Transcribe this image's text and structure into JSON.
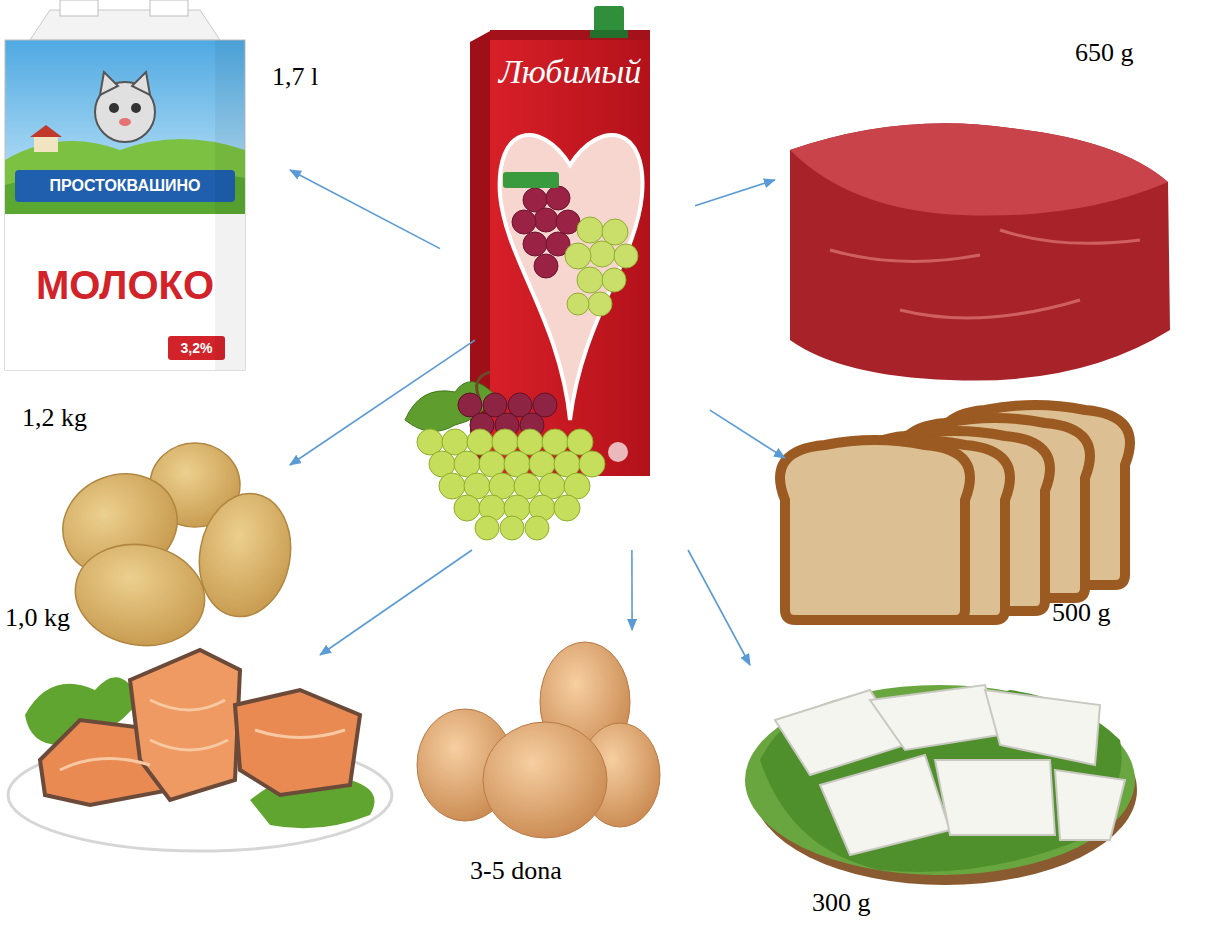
{
  "diagram": {
    "nodes": [
      {
        "text": [
          "Любимый"
        ]
      },
      {
        "text": [
          "ПРОСТОКВАШИНО",
          "МОЛОКО",
          "3,2%",
          "1,7 l"
        ]
      },
      {
        "text": [
          "650 g"
        ]
      },
      {
        "text": [
          "1,2 kg"
        ]
      },
      {
        "text": [
          "500 g"
        ]
      },
      {
        "text": [
          "1,0 kg"
        ]
      },
      {
        "text": [
          "3-5 dona"
        ]
      },
      {
        "text": [
          "300 g"
        ]
      }
    ],
    "edges": [
      {
        "from": 0,
        "to": 1,
        "arrow": "to"
      },
      {
        "from": 0,
        "to": 2,
        "arrow": "to"
      },
      {
        "from": 0,
        "to": 3,
        "arrow": "to"
      },
      {
        "from": 0,
        "to": 4,
        "arrow": "to"
      },
      {
        "from": 0,
        "to": 5,
        "arrow": "to"
      },
      {
        "from": 0,
        "to": 6,
        "arrow": "to"
      },
      {
        "from": 0,
        "to": 7,
        "arrow": "to"
      }
    ]
  }
}
